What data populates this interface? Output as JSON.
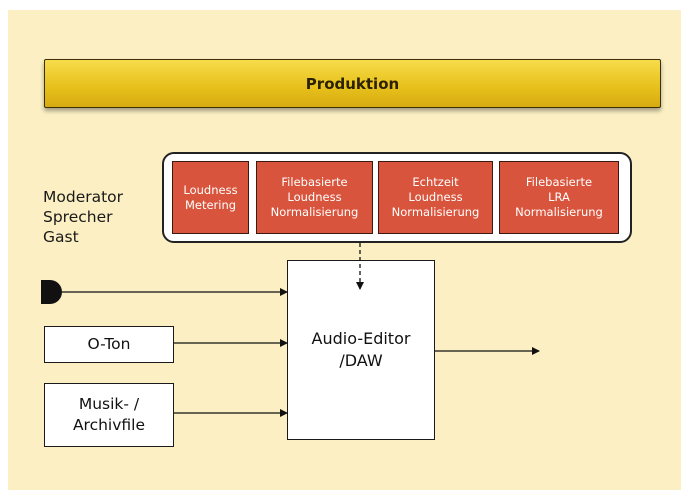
{
  "banner": {
    "title": "Produktion"
  },
  "tools": [
    {
      "lines": [
        "Loudness",
        "Metering"
      ]
    },
    {
      "lines": [
        "Filebasierte",
        "Loudness",
        "Normalisierung"
      ]
    },
    {
      "lines": [
        "Echtzeit",
        "Loudness",
        "Normalisierung"
      ]
    },
    {
      "lines": [
        "Filebasierte",
        "LRA",
        "Normalisierung"
      ]
    }
  ],
  "speakers": {
    "lines": [
      "Moderator",
      "Sprecher",
      "Gast"
    ]
  },
  "sources": {
    "microphone_icon": "microphone-icon",
    "o_ton": "O-Ton",
    "musik": [
      "Musik- /",
      "Archivfile"
    ]
  },
  "editor": {
    "lines": [
      "Audio-Editor",
      "/DAW"
    ]
  },
  "colors": {
    "background": "#fbefc3",
    "banner": "#e8c21d",
    "tool_box": "#d9543c",
    "tool_text": "#ffffff"
  }
}
